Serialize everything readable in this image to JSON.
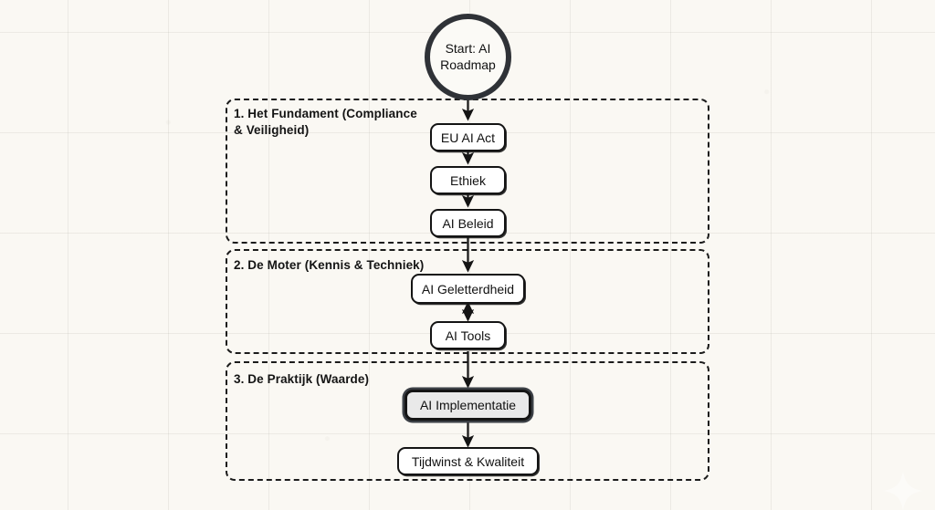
{
  "diagram": {
    "title": "AI Roadmap",
    "background_color": "#faf8f3",
    "stroke_color": "#141414",
    "node_fill": "#ffffff",
    "emphasis_fill": "#e9e9e9",
    "emphasis_stroke": "#3b3f45",
    "start": {
      "label": "Start: AI\nRoadmap",
      "shape": "circle"
    },
    "groups": [
      {
        "id": "fundament",
        "title": "1. Het Fundament (Compliance\n& Veiligheid)",
        "nodes": [
          {
            "id": "eu-ai-act",
            "label": "EU AI Act",
            "emphasis": false
          },
          {
            "id": "ethiek",
            "label": "Ethiek",
            "emphasis": false
          },
          {
            "id": "ai-beleid",
            "label": "AI Beleid",
            "emphasis": false
          }
        ]
      },
      {
        "id": "motor",
        "title": "2. De Moter (Kennis & Techniek)",
        "nodes": [
          {
            "id": "ai-geletterdheid",
            "label": "AI Geletterdheid",
            "emphasis": false
          },
          {
            "id": "ai-tools",
            "label": "AI Tools",
            "emphasis": false
          }
        ]
      },
      {
        "id": "praktijk",
        "title": "3. De Praktijk (Waarde)",
        "nodes": [
          {
            "id": "ai-implementatie",
            "label": "AI Implementatie",
            "emphasis": true
          },
          {
            "id": "tijdwinst-kwaliteit",
            "label": "Tijdwinst & Kwaliteit",
            "emphasis": false
          }
        ]
      }
    ],
    "connections": [
      {
        "from": "start",
        "to": "eu-ai-act",
        "type": "arrow"
      },
      {
        "from": "eu-ai-act",
        "to": "ethiek",
        "type": "arrow"
      },
      {
        "from": "ethiek",
        "to": "ai-beleid",
        "type": "arrow"
      },
      {
        "from": "ai-beleid",
        "to": "ai-geletterdheid",
        "type": "arrow"
      },
      {
        "from": "ai-geletterdheid",
        "to": "ai-tools",
        "type": "double-arrow"
      },
      {
        "from": "ai-tools",
        "to": "ai-implementatie",
        "type": "arrow"
      },
      {
        "from": "ai-implementatie",
        "to": "tijdwinst-kwaliteit",
        "type": "arrow"
      }
    ],
    "watermark": {
      "icon": "sparkle-diamond-icon"
    }
  }
}
